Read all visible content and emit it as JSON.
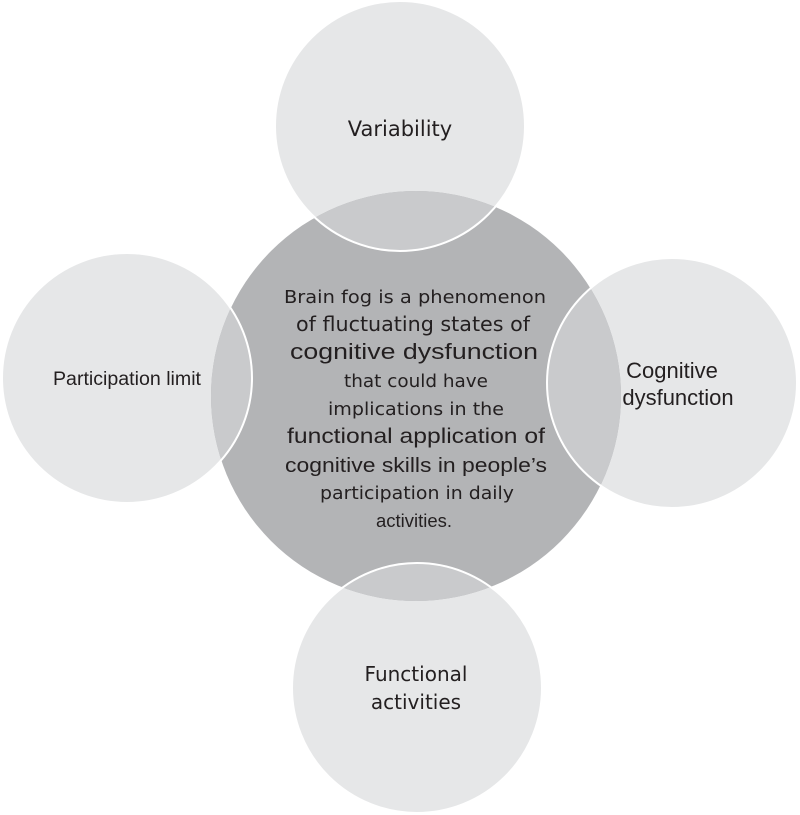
{
  "diagram": {
    "type": "overlapping-circles",
    "colors": {
      "outer_fill": "#e6e7e8",
      "center_fill": "#b3b4b6",
      "overlap_fill": "#c9cacc",
      "outline": "#ffffff",
      "text": "#231f20"
    },
    "center": {
      "lines": [
        "Brain fog is a phenomenon",
        "of fluctuating states of",
        "cognitive dysfunction",
        "that could have",
        "implications in the",
        "functional application of",
        "cognitive skills in people’s",
        "participation  in daily",
        "activities."
      ]
    },
    "nodes": {
      "top": {
        "lines": [
          "Variability"
        ]
      },
      "left": {
        "lines": [
          "Participation limit"
        ]
      },
      "right": {
        "lines": [
          "Cognitive",
          "dysfunction"
        ]
      },
      "bottom": {
        "lines": [
          "Functional",
          "activities"
        ]
      }
    }
  }
}
